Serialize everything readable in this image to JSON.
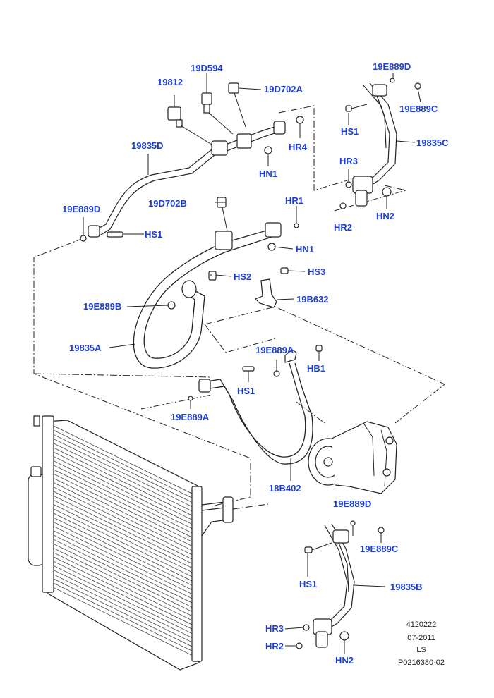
{
  "labels": {
    "p19D594": "19D594",
    "p19812": "19812",
    "p19D702A": "19D702A",
    "p19835D": "19835D",
    "p19E889D_left": "19E889D",
    "hs1_left": "HS1",
    "hr4": "HR4",
    "hn1_top": "HN1",
    "p19D702B": "19D702B",
    "hr1": "HR1",
    "hn1_mid": "HN1",
    "hs2": "HS2",
    "hs3": "HS3",
    "p19B632": "19B632",
    "p19E889B": "19E889B",
    "p19835A": "19835A",
    "p19E889D_tr": "19E889D",
    "p19E889C_tr": "19E889C",
    "hs1_tr": "HS1",
    "p19835C": "19835C",
    "hr3_tr": "HR3",
    "hr2_tr": "HR2",
    "hn2_tr": "HN2",
    "p19E889A_top": "19E889A",
    "hb1": "HB1",
    "hs1_mid": "HS1",
    "p19E889A_left": "19E889A",
    "p18B402": "18B402",
    "p19E889D_br": "19E889D",
    "p19E889C_br": "19E889C",
    "hs1_br": "HS1",
    "p19835B": "19835B",
    "hr3_br": "HR3",
    "hr2_br": "HR2",
    "hn2_br": "HN2"
  },
  "footer": {
    "code": "4120222",
    "date": "07-2011",
    "initials": "LS",
    "ref": "P0216380-02"
  },
  "colors": {
    "label": "#1f3fd0",
    "line": "#222222"
  }
}
